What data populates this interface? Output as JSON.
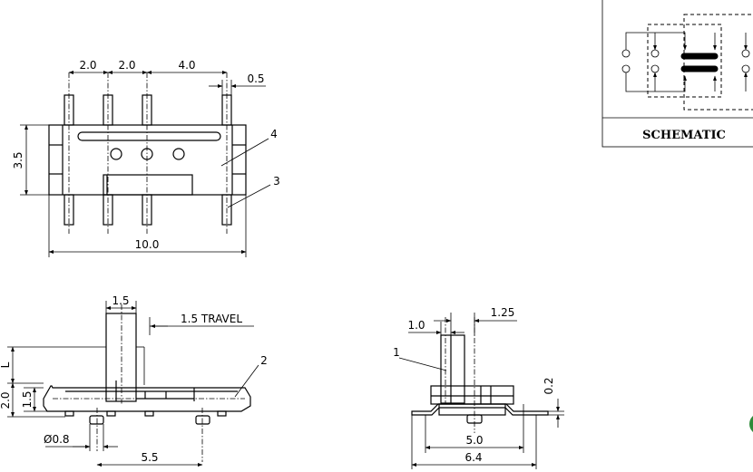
{
  "top_view": {
    "dims": {
      "pitch_1": "2.0",
      "pitch_2": "2.0",
      "pitch_3": "4.0",
      "pin_width": "0.5",
      "height": "3.5",
      "length": "10.0"
    },
    "callouts": {
      "body": "4",
      "terminal": "3"
    }
  },
  "front_view": {
    "dims": {
      "actuator_width": "1.5",
      "travel": "1.5 TRAVEL",
      "actuator_length": "L",
      "total_height": "2.0",
      "body_height": "1.5",
      "peg_diameter": "Ø0.8",
      "peg_spacing": "5.5"
    },
    "callouts": {
      "housing": "2"
    }
  },
  "side_view": {
    "dims": {
      "actuator_thickness": "1.0",
      "offset": "1.25",
      "lead_thickness": "0.2",
      "body_width": "5.0",
      "overall_width": "6.4"
    },
    "callouts": {
      "actuator": "1"
    }
  },
  "schematic": {
    "title": "SCHEMATIC"
  }
}
